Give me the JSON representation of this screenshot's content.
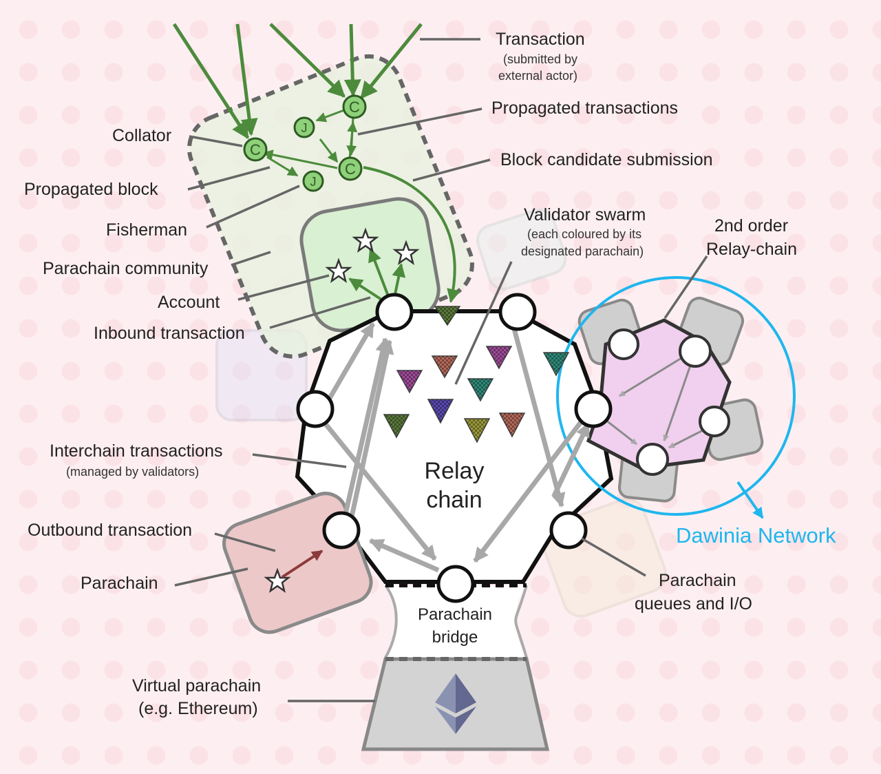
{
  "labels": {
    "transaction": "Transaction",
    "transaction_sub_1": "(submitted by",
    "transaction_sub_2": "external actor)",
    "propagated_transactions": "Propagated transactions",
    "block_candidate_submission": "Block candidate submission",
    "collator": "Collator",
    "propagated_block": "Propagated block",
    "fisherman": "Fisherman",
    "parachain_community": "Parachain community",
    "account": "Account",
    "inbound_transaction": "Inbound transaction",
    "validator_swarm": "Validator swarm",
    "validator_swarm_sub_1": "(each coloured by its",
    "validator_swarm_sub_2": "designated parachain)",
    "second_order_1": "2nd order",
    "second_order_2": "Relay-chain",
    "interchain_transactions": "Interchain transactions",
    "interchain_sub": "(managed by validators)",
    "relay_chain_1": "Relay",
    "relay_chain_2": "chain",
    "outbound_transaction": "Outbound transaction",
    "parachain": "Parachain",
    "parachain_bridge_1": "Parachain",
    "parachain_bridge_2": "bridge",
    "dawinia_network": "Dawinia Network",
    "parachain_queues_1": "Parachain",
    "parachain_queues_2": "queues and I/O",
    "virtual_parachain_1": "Virtual parachain",
    "virtual_parachain_2": "(e.g. Ethereum)"
  },
  "node_letters": {
    "collator": "C",
    "fisherman": "J"
  },
  "colors": {
    "community_green": "#4c8b3c",
    "relay_outline": "#111111",
    "arrow_grey": "#a8a8a8",
    "second_order_fill": "#f0d0ee",
    "dawinia_blue": "#1fb6ee",
    "outbound_arrow": "#8b3a3a",
    "parachain_red": "#eccaca"
  },
  "validator_colors": [
    "#a04c9a",
    "#b46a5a",
    "#2f8a7a",
    "#5a4ab0",
    "#5a7a3a",
    "#9a9a3a"
  ]
}
